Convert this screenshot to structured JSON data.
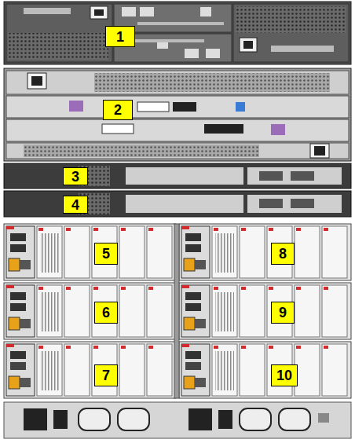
{
  "diagram": {
    "labels": [
      "1",
      "2",
      "3",
      "4",
      "5",
      "8",
      "6",
      "9",
      "7",
      "10"
    ]
  }
}
